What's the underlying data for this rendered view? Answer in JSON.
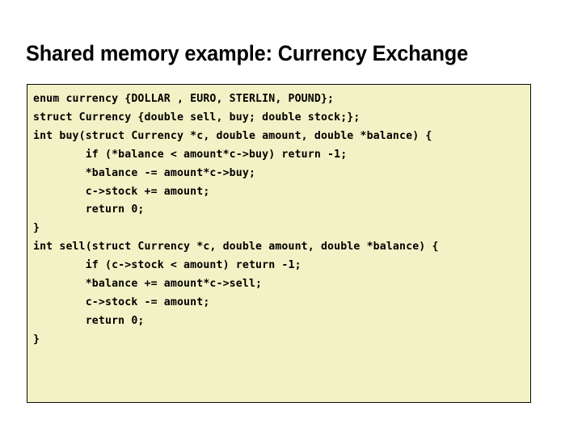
{
  "slide": {
    "title": "Shared memory example: Currency Exchange",
    "background_color": "#ffffff"
  },
  "code_block": {
    "background_color": "#F3F2C6",
    "border_color": "#0a0a0a",
    "text_color": "#000000",
    "language": "c",
    "lines": [
      "enum currency {DOLLAR , EURO, STERLIN, POUND};",
      "struct Currency {double sell, buy; double stock;};",
      "int buy(struct Currency *c, double amount, double *balance) {",
      "        if (*balance < amount*c->buy) return -1;",
      "        *balance -= amount*c->buy;",
      "        c->stock += amount;",
      "        return 0;",
      "}",
      "int sell(struct Currency *c, double amount, double *balance) {",
      "        if (c->stock < amount) return -1;",
      "        *balance += amount*c->sell;",
      "        c->stock -= amount;",
      "        return 0;",
      "}"
    ]
  }
}
